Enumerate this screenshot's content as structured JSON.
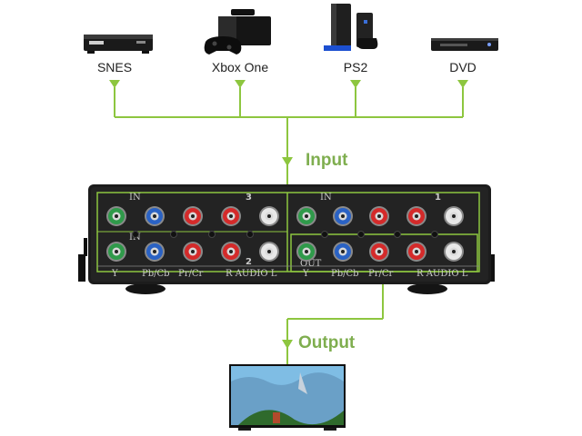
{
  "devices": [
    {
      "label": "SNES",
      "icon": "set-top-box-icon"
    },
    {
      "label": "Xbox One",
      "icon": "game-console-icon"
    },
    {
      "label": "PS2",
      "icon": "playstation-console-icon"
    },
    {
      "label": "DVD",
      "icon": "dvd-player-icon"
    }
  ],
  "input_label": "Input",
  "output_label": "Output",
  "switch_box": {
    "in_label": "IN",
    "out_label": "OUT",
    "port_numbers": [
      "1",
      "2",
      "3"
    ],
    "bottom_labels": [
      "Y",
      "Pb/Cb",
      "Pr/Cr",
      "R AUDIO L"
    ]
  },
  "colors": {
    "accent_green": "#8dc63f",
    "label_green": "#7fae4f",
    "box_black": "#1c1c1c",
    "jack_green": "#2f9a4a",
    "jack_blue": "#2a62c4",
    "jack_red": "#d42a2a",
    "jack_white": "#e8e8e8"
  }
}
